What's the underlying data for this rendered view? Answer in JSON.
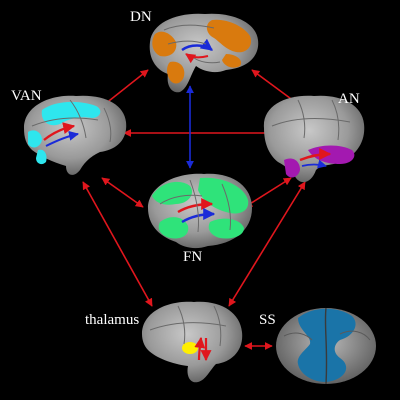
{
  "nodes": {
    "dn": {
      "label": "DN",
      "color": "#d97a0e"
    },
    "an": {
      "label": "AN",
      "color": "#a319b0"
    },
    "van": {
      "label": "VAN",
      "color": "#2ee6ee"
    },
    "fn": {
      "label": "FN",
      "color": "#2fe37a"
    },
    "thalamus": {
      "label": "thalamus",
      "color": "#ffef00"
    },
    "ss": {
      "label": "SS",
      "color": "#1a74a8"
    }
  },
  "colors": {
    "background": "#000000",
    "connection": "#e0161d",
    "feedback": "#1a2bd8",
    "brain_tissue": "#9a9a9a"
  }
}
